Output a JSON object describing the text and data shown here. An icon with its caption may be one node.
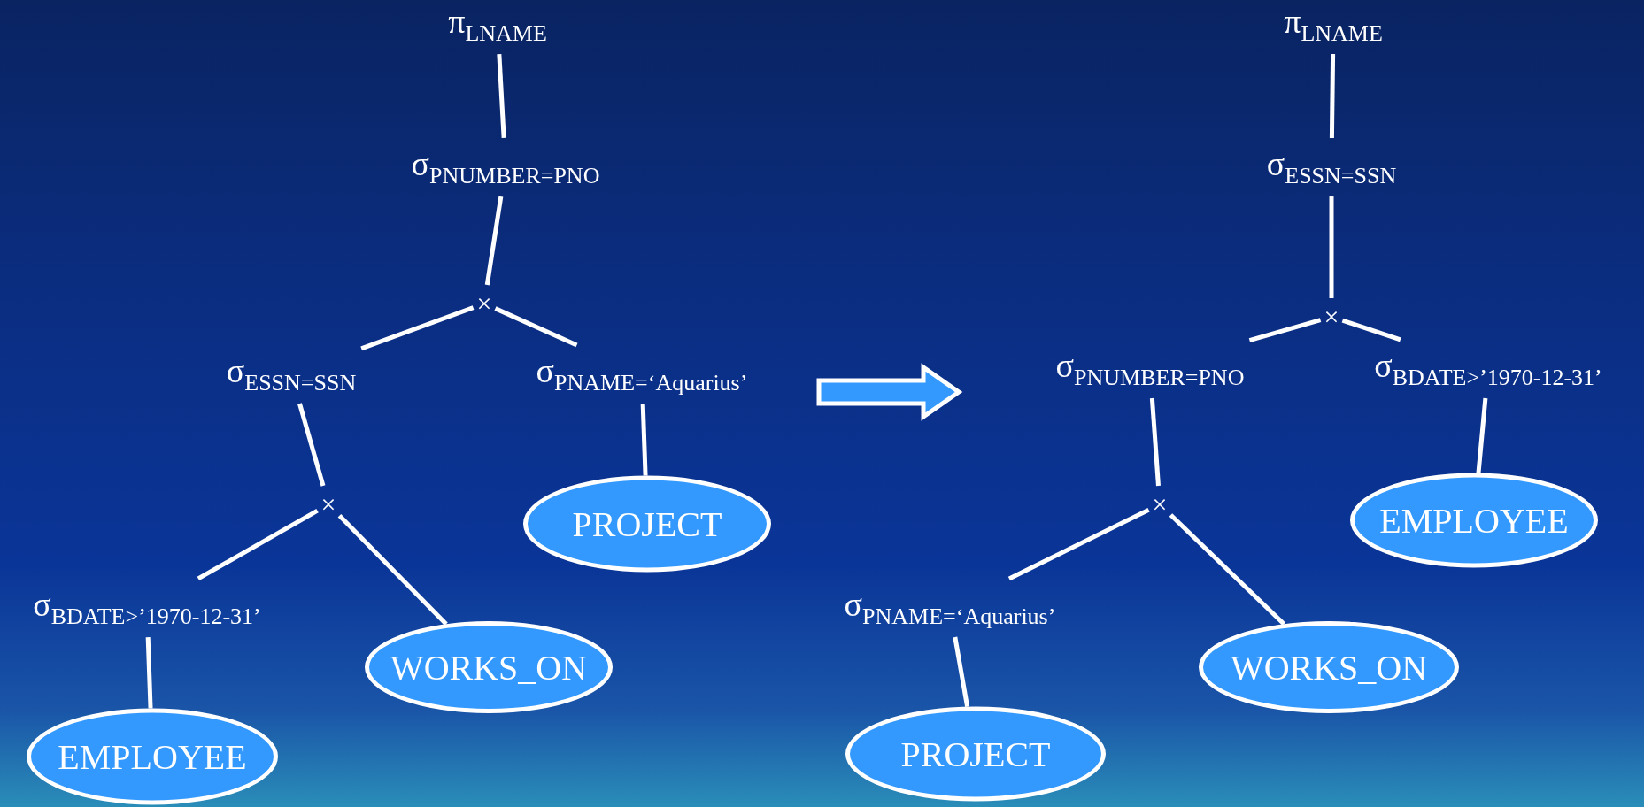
{
  "diagram": {
    "nodes": [
      {
        "text": [
          "π$_{LNAME}$"
        ]
      },
      {
        "text": [
          "σ$_{PNUMBER=PNO}$"
        ]
      },
      {
        "text": [
          "×"
        ]
      },
      {
        "text": [
          "σ$_{ESSN=SSN}$"
        ]
      },
      {
        "text": [
          "σ$_{PNAME=‘Aquarius’}$"
        ]
      },
      {
        "text": [
          "×"
        ]
      },
      {
        "text": [
          "PROJECT"
        ]
      },
      {
        "text": [
          "σ$_{BDATE>’1970-12-31’}$"
        ]
      },
      {
        "text": [
          "WORKS_ON"
        ]
      },
      {
        "text": [
          "EMPLOYEE"
        ]
      },
      {
        "text": [
          "π$_{LNAME}$"
        ]
      },
      {
        "text": [
          "σ$_{ESSN=SSN}$"
        ]
      },
      {
        "text": [
          "×"
        ]
      },
      {
        "text": [
          "σ$_{PNUMBER=PNO}$"
        ]
      },
      {
        "text": [
          "σ$_{BDATE>’1970-12-31’}$"
        ]
      },
      {
        "text": [
          "×"
        ]
      },
      {
        "text": [
          "EMPLOYEE"
        ]
      },
      {
        "text": [
          "σ$_{PNAME=‘Aquarius’}$"
        ]
      },
      {
        "text": [
          "WORKS_ON"
        ]
      },
      {
        "text": [
          "PROJECT"
        ]
      }
    ],
    "edges": [
      {
        "from": 0,
        "to": 1,
        "arrow": "none"
      },
      {
        "from": 1,
        "to": 2,
        "arrow": "none"
      },
      {
        "from": 2,
        "to": 3,
        "arrow": "none"
      },
      {
        "from": 2,
        "to": 4,
        "arrow": "none"
      },
      {
        "from": 3,
        "to": 5,
        "arrow": "none"
      },
      {
        "from": 4,
        "to": 6,
        "arrow": "none"
      },
      {
        "from": 5,
        "to": 7,
        "arrow": "none"
      },
      {
        "from": 5,
        "to": 8,
        "arrow": "none"
      },
      {
        "from": 7,
        "to": 9,
        "arrow": "none"
      },
      {
        "from": 10,
        "to": 11,
        "arrow": "none"
      },
      {
        "from": 11,
        "to": 12,
        "arrow": "none"
      },
      {
        "from": 12,
        "to": 13,
        "arrow": "none"
      },
      {
        "from": 12,
        "to": 14,
        "arrow": "none"
      },
      {
        "from": 13,
        "to": 15,
        "arrow": "none"
      },
      {
        "from": 14,
        "to": 16,
        "arrow": "none"
      },
      {
        "from": 15,
        "to": 17,
        "arrow": "none"
      },
      {
        "from": 15,
        "to": 18,
        "arrow": "none"
      },
      {
        "from": 17,
        "to": 19,
        "arrow": "none"
      }
    ]
  }
}
